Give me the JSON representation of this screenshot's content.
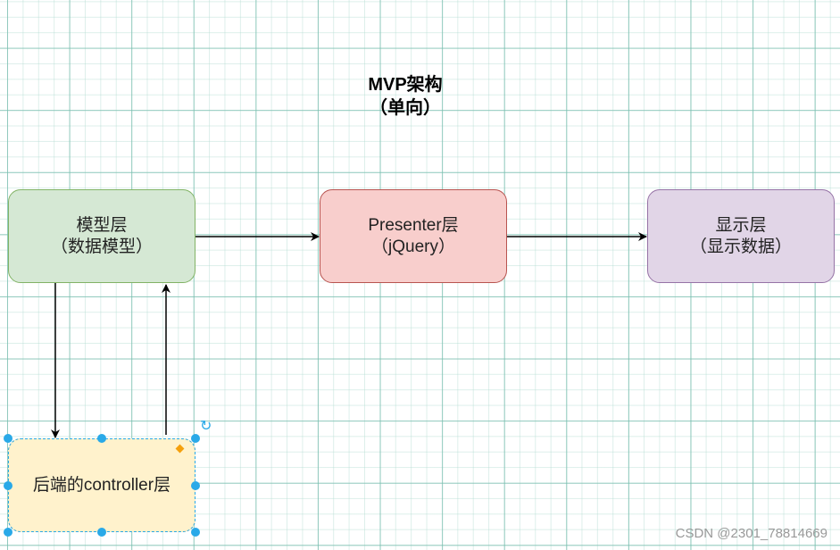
{
  "diagram": {
    "title_line1": "MVP架构",
    "title_line2": "（单向）",
    "nodes": {
      "model": {
        "line1": "模型层",
        "line2": "（数据模型）",
        "fill": "#d5e8d4",
        "stroke": "#82b366"
      },
      "presenter": {
        "line1": "Presenter层",
        "line2": "（jQuery）",
        "fill": "#f8cecc",
        "stroke": "#b85450"
      },
      "view": {
        "line1": "显示层",
        "line2": "（显示数据）",
        "fill": "#e1d5e7",
        "stroke": "#9673a6"
      },
      "controller": {
        "label": "后端的controller层",
        "fill": "#fff2cc",
        "stroke": "#d6b656"
      }
    },
    "edges": [
      {
        "from": "model",
        "to": "presenter"
      },
      {
        "from": "presenter",
        "to": "view"
      },
      {
        "from": "model",
        "to": "controller"
      },
      {
        "from": "controller",
        "to": "model"
      }
    ],
    "selection_color": "#29a9e8"
  },
  "watermark": "CSDN @2301_78814669"
}
